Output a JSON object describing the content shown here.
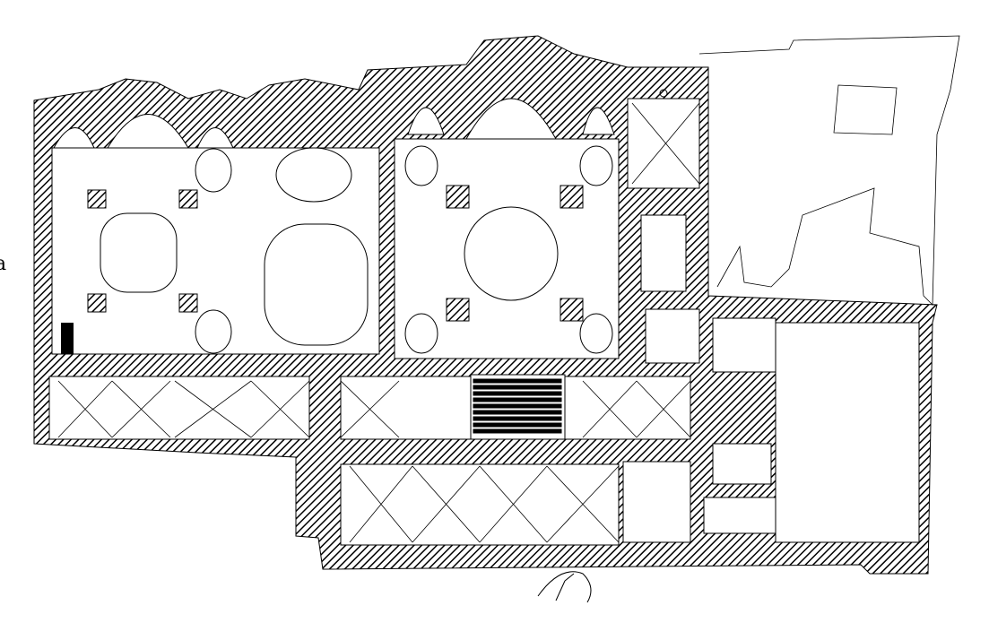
{
  "drawing": {
    "type": "architectural floor plan",
    "edge_label": "a",
    "colors": {
      "line": "#000000",
      "background": "#ffffff",
      "hatch": "#000000"
    },
    "elements": {
      "domes_west": 4,
      "domes_center": 2,
      "columns_square": 8,
      "stair_bars": 10,
      "vaulted_bays_south": 10
    }
  }
}
